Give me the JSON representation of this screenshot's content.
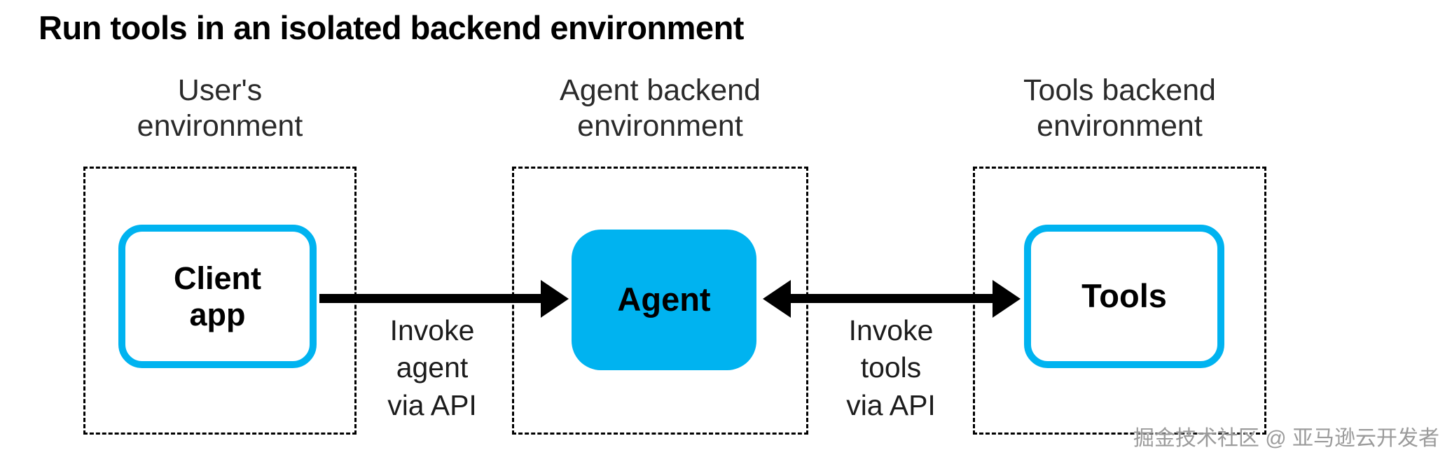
{
  "title": "Run tools in an isolated backend environment",
  "environments": [
    {
      "id": "user",
      "label": "User's\nenvironment",
      "node": "Client\napp",
      "node_style": "outline"
    },
    {
      "id": "agent-backend",
      "label": "Agent backend\nenvironment",
      "node": "Agent",
      "node_style": "filled"
    },
    {
      "id": "tools-backend",
      "label": "Tools backend\nenvironment",
      "node": "Tools",
      "node_style": "outline"
    }
  ],
  "arrows": [
    {
      "id": "invoke-agent",
      "label": "Invoke\nagent\nvia API",
      "direction": "right"
    },
    {
      "id": "invoke-tools",
      "label": "Invoke\ntools\nvia API",
      "direction": "both"
    }
  ],
  "watermark": "掘金技术社区 @ 亚马逊云开发者",
  "colors": {
    "accent": "#00b3f0",
    "arrow": "#000000",
    "dashed_border": "#000000"
  }
}
